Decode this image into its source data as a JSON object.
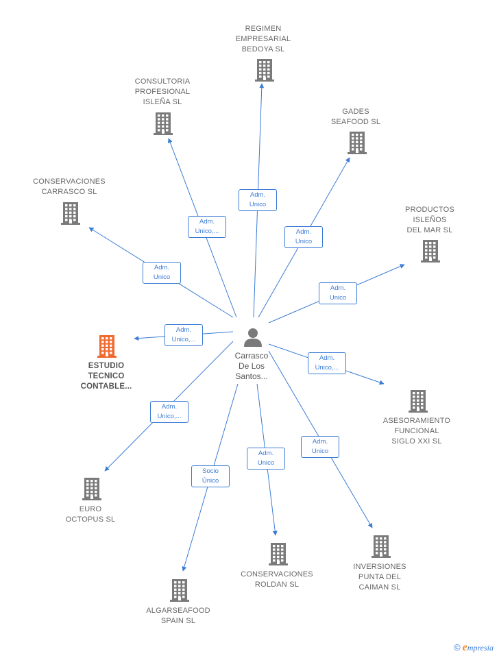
{
  "center": {
    "label": "Carrasco\nDe Los\nSantos..."
  },
  "colors": {
    "edge": "#3a7bd5",
    "building": "#7a7a7a",
    "highlight": "#f06a2f"
  },
  "nodes": [
    {
      "id": "regimen",
      "label": "REGIMEN\nEMPRESARIAL\nBEDOYA SL",
      "edge": "Adm.\nUnico"
    },
    {
      "id": "consultoria",
      "label": "CONSULTORIA\nPROFESIONAL\nISLEÑA SL",
      "edge": "Adm.\nUnico,..."
    },
    {
      "id": "gades",
      "label": "GADES\nSEAFOOD SL",
      "edge": "Adm.\nUnico"
    },
    {
      "id": "conservaciones-carrasco",
      "label": "CONSERVACIONES\nCARRASCO SL",
      "edge": "Adm.\nUnico"
    },
    {
      "id": "productos",
      "label": "PRODUCTOS\nISLEÑOS\nDEL MAR SL",
      "edge": "Adm.\nUnico"
    },
    {
      "id": "estudio",
      "label": "ESTUDIO\nTECNICO\nCONTABLE...",
      "edge": "Adm.\nUnico,...",
      "highlight": true
    },
    {
      "id": "asesoramiento",
      "label": "ASESORAMIENTO\nFUNCIONAL\nSIGLO XXI SL",
      "edge": "Adm.\nUnico,..."
    },
    {
      "id": "euro",
      "label": "EURO\nOCTOPUS SL",
      "edge": "Adm.\nUnico,..."
    },
    {
      "id": "inversiones",
      "label": "INVERSIONES\nPUNTA DEL\nCAIMAN SL",
      "edge": "Adm.\nUnico"
    },
    {
      "id": "conservaciones-roldan",
      "label": "CONSERVACIONES\nROLDAN SL",
      "edge": "Adm.\nUnico"
    },
    {
      "id": "algarseafood",
      "label": "ALGARSEAFOOD\nSPAIN SL",
      "edge": "Socio\nÚnico"
    }
  ],
  "brand": {
    "copyright": "©",
    "name_first": "e",
    "name_rest": "mpresia"
  }
}
